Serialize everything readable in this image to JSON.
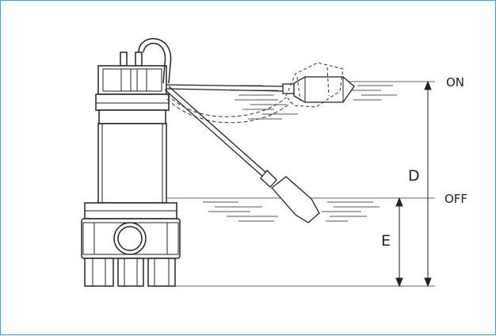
{
  "labels": {
    "on": "ON",
    "off": "OFF",
    "d": "D",
    "e": "E"
  },
  "colors": {
    "frame": "#2aa8df",
    "ink": "#222222",
    "water": "#444444"
  }
}
